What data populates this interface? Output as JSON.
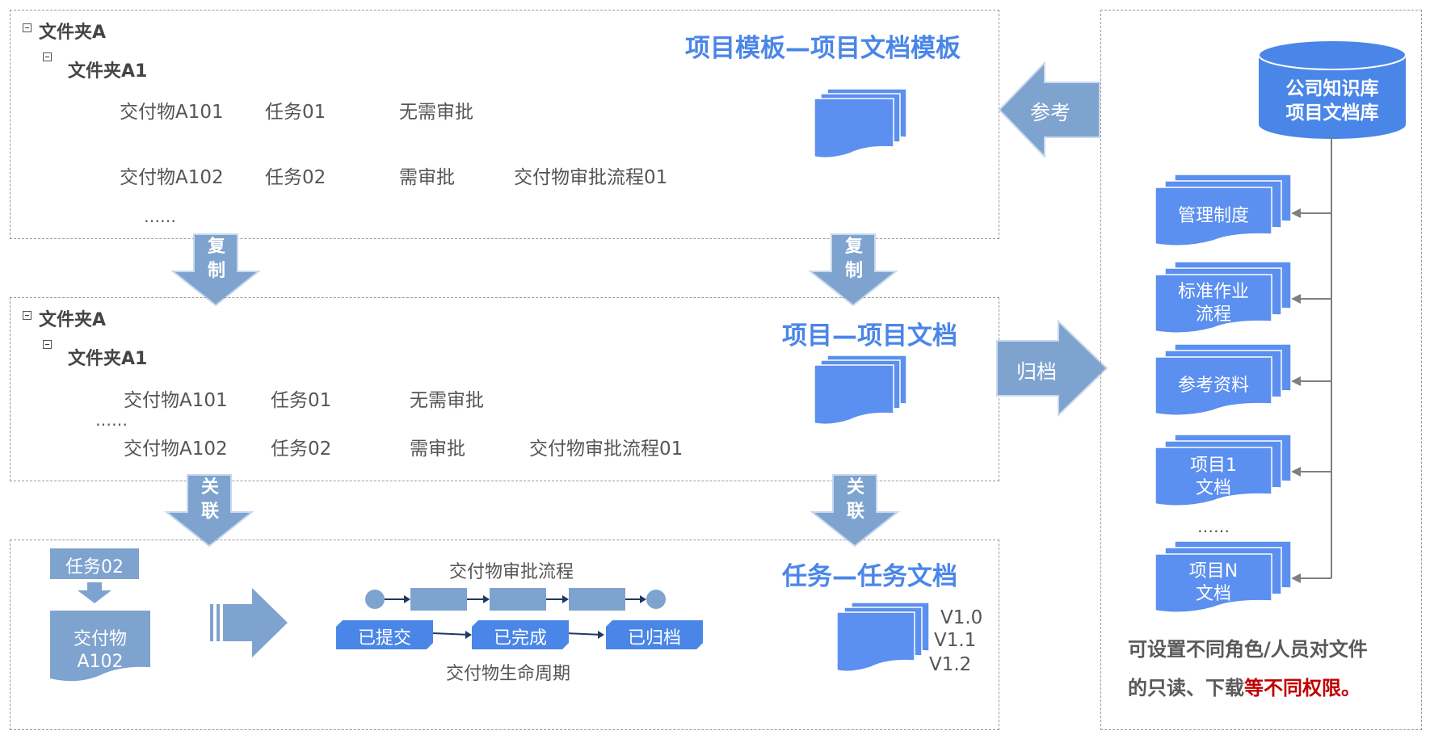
{
  "panels": {
    "template": {
      "title": "项目模板—项目文档模板",
      "folder": "文件夹A",
      "subfolder": "文件夹A1",
      "rows": [
        {
          "deliverable": "交付物A101",
          "task": "任务01",
          "approval": "无需审批",
          "flow": ""
        },
        {
          "deliverable": "交付物A102",
          "task": "任务02",
          "approval": "需审批",
          "flow": "交付物审批流程01"
        }
      ],
      "ellipsis": "……"
    },
    "project": {
      "title": "项目—项目文档",
      "folder": "文件夹A",
      "subfolder": "文件夹A1",
      "rows": [
        {
          "deliverable": "交付物A101",
          "task": "任务01",
          "approval": "无需审批",
          "flow": ""
        },
        {
          "deliverable": "交付物A102",
          "task": "任务02",
          "approval": "需审批",
          "flow": "交付物审批流程01"
        }
      ],
      "ellipsis": "……"
    },
    "task": {
      "title": "任务—任务文档",
      "task_label": "任务02",
      "deliverable_label": "交付物\nA102",
      "deliverable_line1": "交付物",
      "deliverable_line2": "A102",
      "flow_title": "交付物审批流程",
      "lifecycle_title": "交付物生命周期",
      "stages": [
        "已提交",
        "已完成",
        "已归档"
      ],
      "versions": [
        "V1.0",
        "V1.1",
        "V1.2"
      ]
    }
  },
  "arrows": {
    "reference": "参考",
    "archive": "归档",
    "copy_left": [
      "复",
      "制"
    ],
    "copy_right": [
      "复",
      "制"
    ],
    "link_left": [
      "关",
      "联"
    ],
    "link_right": [
      "关",
      "联"
    ]
  },
  "knowledge_base": {
    "db_line1": "公司知识库",
    "db_line2": "项目文档库",
    "items": [
      {
        "line1": "管理制度",
        "line2": ""
      },
      {
        "line1": "标准作业",
        "line2": "流程"
      },
      {
        "line1": "参考资料",
        "line2": ""
      },
      {
        "line1": "项目1",
        "line2": "文档"
      },
      {
        "line1": "项目N",
        "line2": "文档"
      }
    ],
    "ellipsis": "……",
    "note_part1": "可设置不同角色/人员对文件",
    "note_part2": "的只读、下载",
    "note_highlight": "等不同权限。"
  },
  "colors": {
    "title_blue": "#4a86e8",
    "arrow_blue": "#7ea3cf",
    "doc_blue": "#5b8ff0",
    "highlight_red": "#c00000"
  }
}
